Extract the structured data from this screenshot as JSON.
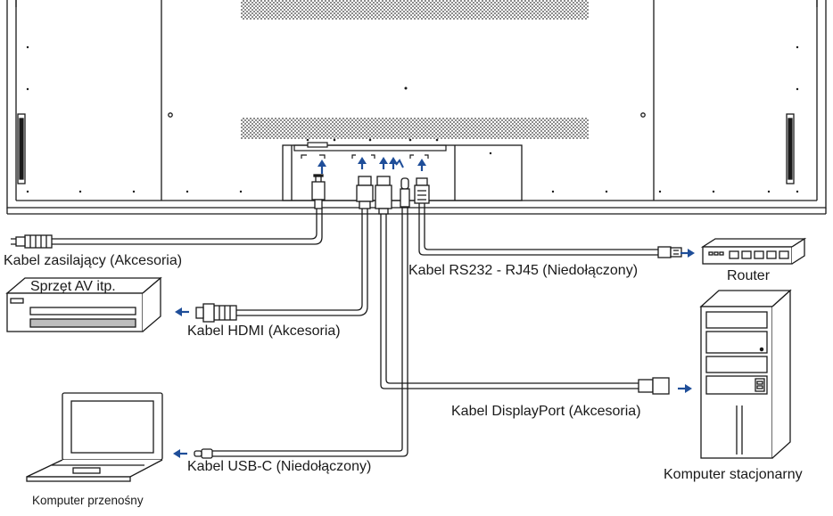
{
  "labels": {
    "power_cable": "Kabel zasilający (Akcesoria)",
    "av_device": "Sprzęt AV itp.",
    "hdmi_cable": "Kabel HDMI (Akcesoria)",
    "rs232_cable": "Kabel RS232 - RJ45 (Niedołączony)",
    "router": "Router",
    "displayport_cable": "Kabel DisplayPort (Akcesoria)",
    "usbc_cable": "Kabel USB-C (Niedołączony)",
    "desktop_pc": "Komputer stacjonarny",
    "laptop": "Komputer przenośny"
  },
  "colors": {
    "arrow": "#1f4e99",
    "line": "#1a1a1a",
    "vent": "#8c8c8c"
  }
}
